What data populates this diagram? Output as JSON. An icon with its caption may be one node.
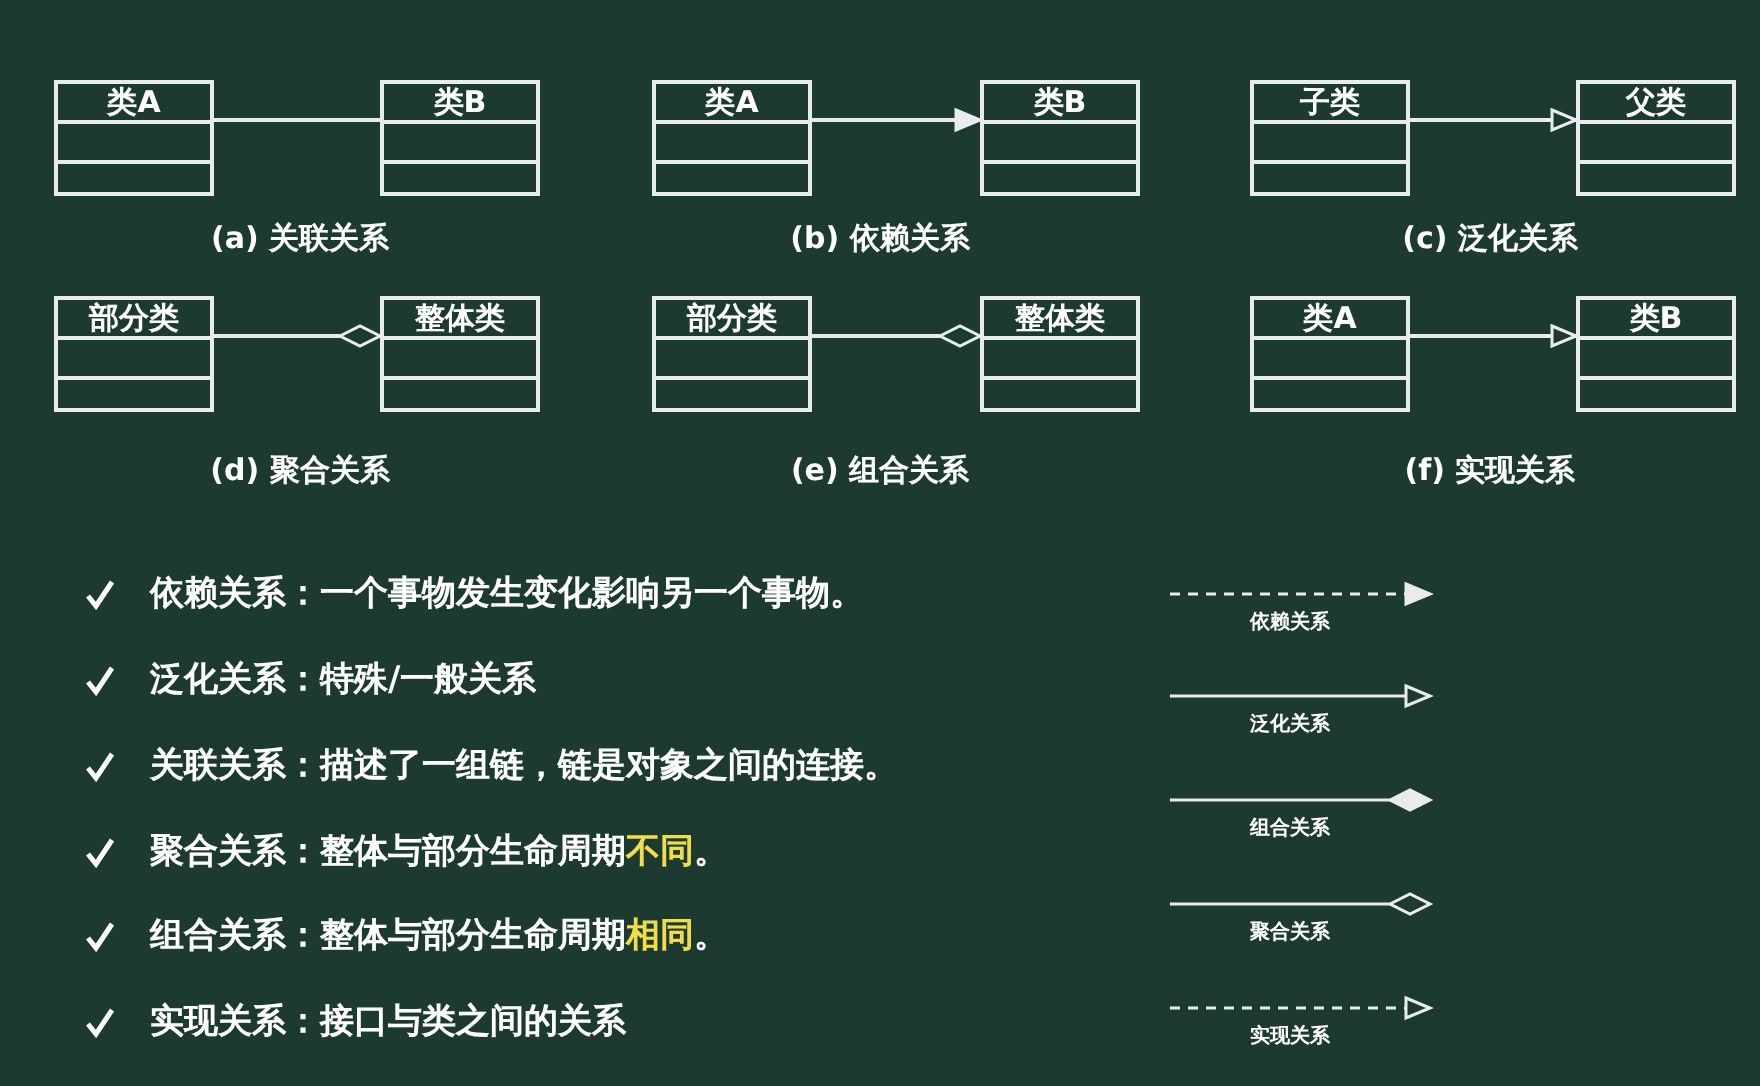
{
  "diagram": {
    "nodes": [
      {
        "text": [
          "类A"
        ]
      },
      {
        "text": [
          "类B"
        ]
      },
      {
        "text": [
          "类A"
        ]
      },
      {
        "text": [
          "类B"
        ]
      },
      {
        "text": [
          "子类"
        ]
      },
      {
        "text": [
          "父类"
        ]
      },
      {
        "text": [
          "部分类"
        ]
      },
      {
        "text": [
          "整体类"
        ]
      },
      {
        "text": [
          "部分类"
        ]
      },
      {
        "text": [
          "整体类"
        ]
      },
      {
        "text": [
          "类A"
        ]
      },
      {
        "text": [
          "类B"
        ]
      }
    ],
    "edges": [
      {
        "from": 0,
        "to": 1,
        "arrow": "none"
      },
      {
        "from": 2,
        "to": 3,
        "arrow": "to"
      },
      {
        "from": 4,
        "to": 5,
        "arrow": "to"
      },
      {
        "from": 6,
        "to": 7,
        "arrow": "other"
      },
      {
        "from": 8,
        "to": 9,
        "arrow": "other"
      },
      {
        "from": 10,
        "to": 11,
        "arrow": "to"
      }
    ],
    "labels": [
      "(a) 关联关系",
      "(b) 依赖关系",
      "(c) 泛化关系",
      "(d) 聚合关系",
      "(e) 组合关系",
      "(f) 实现关系",
      "依赖关系：一个事物发生变化影响另一个事物。",
      "泛化关系：特殊/一般关系",
      "关联关系：描述了一组链，链是对象之间的连接。",
      "聚合关系：整体与部分生命周期**不同**。",
      "组合关系：整体与部分生命周期**相同**。",
      "实现关系：接口与类之间的关系"
    ],
    "legend": [
      {
        "text": "依赖关系"
      },
      {
        "text": "泛化关系"
      },
      {
        "text": "组合关系"
      },
      {
        "text": "聚合关系"
      },
      {
        "text": "实现关系"
      }
    ]
  }
}
